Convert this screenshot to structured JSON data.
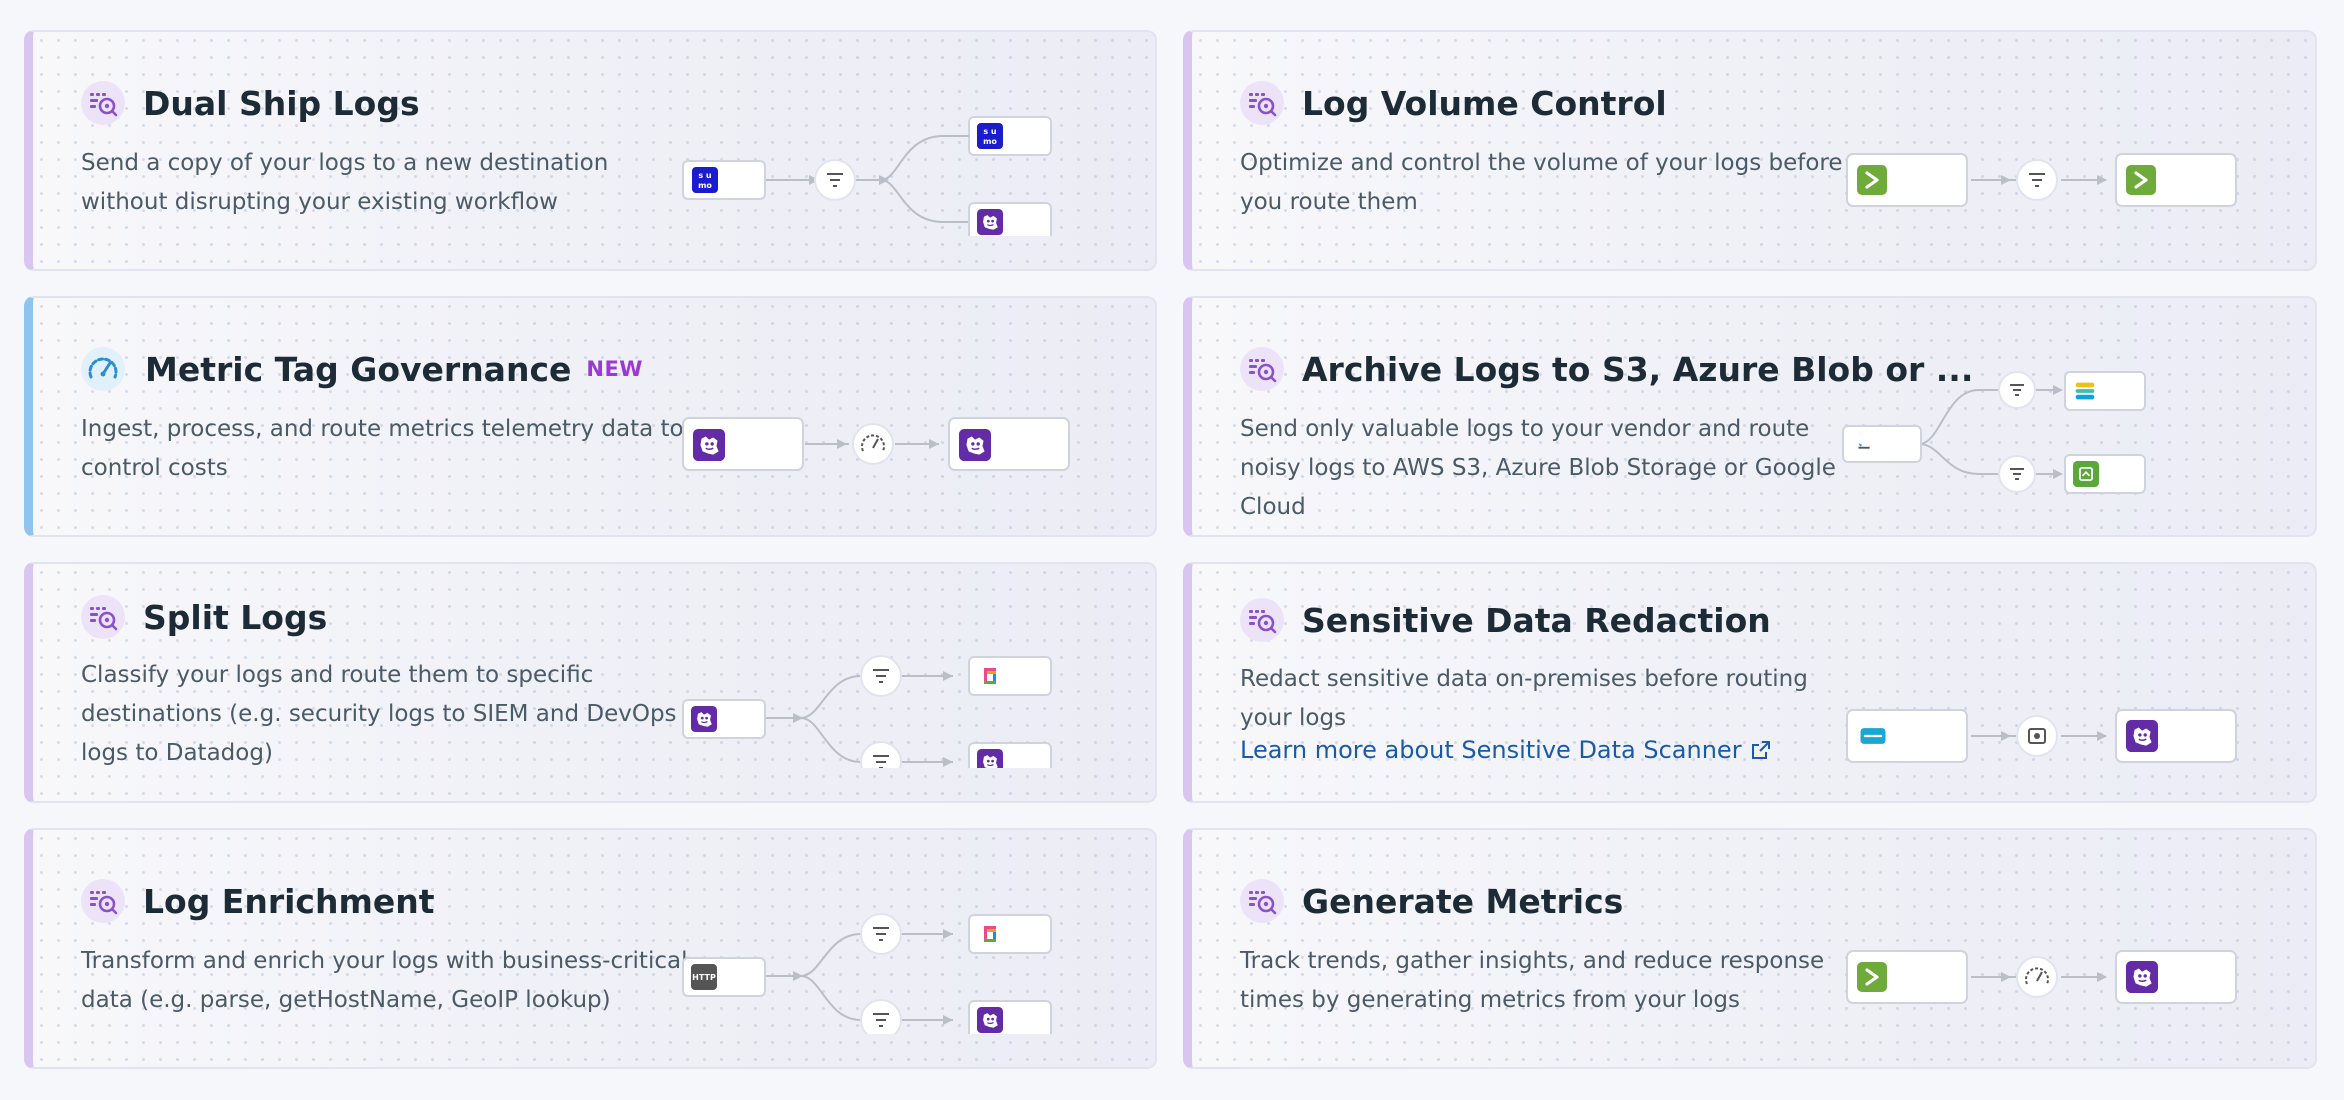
{
  "cards": [
    {
      "title": "Dual Ship Logs",
      "desc": "Send a copy of your logs to a new destination without disrupting your existing workflow",
      "logo_text": "su mo"
    },
    {
      "title": "Log Volume Control",
      "desc": "Optimize and control the volume of your logs before you route them"
    },
    {
      "title": "Metric Tag Governance",
      "badge": "NEW",
      "desc": "Ingest, process, and route metrics telemetry data to control costs"
    },
    {
      "title": "Archive Logs to S3, Azure Blob or ...",
      "desc": "Send only valuable logs to your vendor and route noisy logs to AWS S3, Azure Blob Storage or Google Cloud"
    },
    {
      "title": "Split Logs",
      "desc": "Classify your logs and route them to specific destinations (e.g. security logs to SIEM and DevOps logs to Datadog)"
    },
    {
      "title": "Sensitive Data Redaction",
      "desc": "Redact sensitive data on-premises before routing your logs",
      "link": "Learn more about Sensitive Data Scanner"
    },
    {
      "title": "Log Enrichment",
      "desc": "Transform and enrich your logs with business-critical data (e.g. parse, getHostName, GeoIP lookup)",
      "logo_text": "HTTP"
    },
    {
      "title": "Generate Metrics",
      "desc": "Track trends, gather insights, and reduce response times by generating metrics from your logs"
    }
  ],
  "icons": {
    "feature": "pipeline-icon",
    "metric": "gauge-icon",
    "filter": "filter-icon",
    "gauge": "gauge-icon",
    "redact": "redact-icon",
    "external": "external-link-icon"
  },
  "colors": {
    "accent_purple": "#632ca6",
    "badge_new": "#9b38d6",
    "link": "#1a5ba7",
    "sumo_blue": "#1b1ccc",
    "terminal_green": "#6fab3a",
    "metric_blue": "#2b8ed1"
  }
}
